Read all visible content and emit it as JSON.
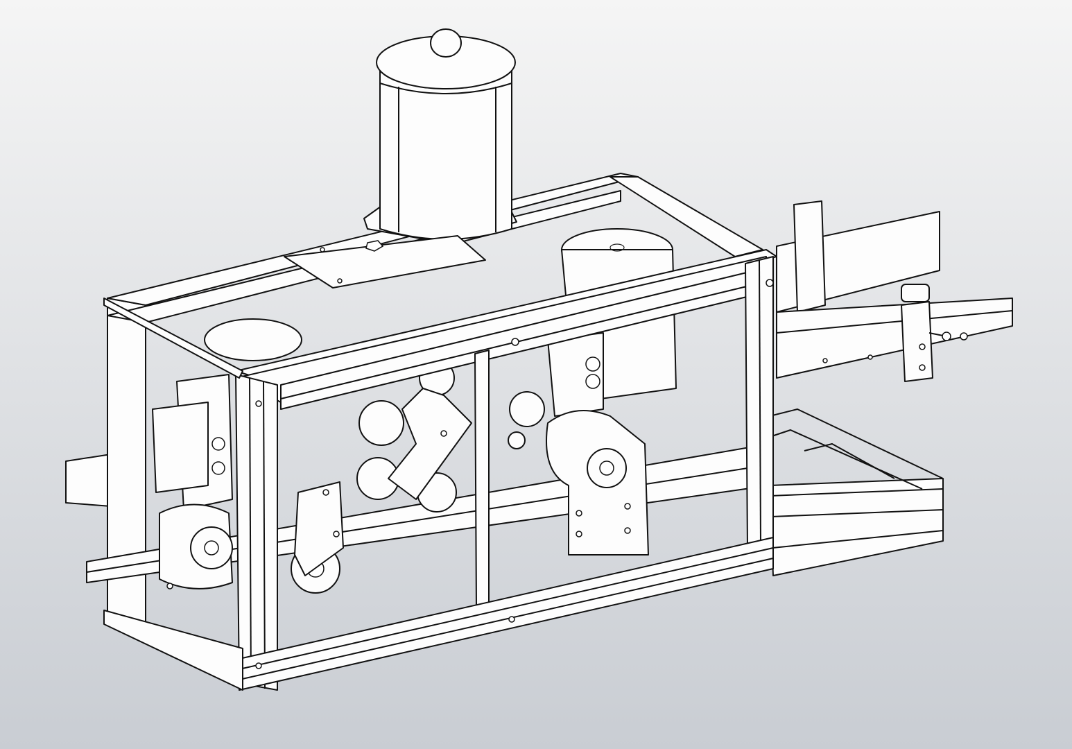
{
  "drawing": {
    "style": "cad-wireframe-line-drawing",
    "colors": {
      "background_top": "#f5f5f5",
      "background_bottom": "#c9cdd3",
      "line": "#111111",
      "fill": "#fdfdfd"
    },
    "components": [
      "aluminum-profile-frame",
      "vertical-cylinder-motor",
      "gear-motor-left",
      "gear-motor-right",
      "chain-sprockets",
      "tensioner-arm",
      "base-frame-extension",
      "side-conveyor-guide"
    ]
  }
}
